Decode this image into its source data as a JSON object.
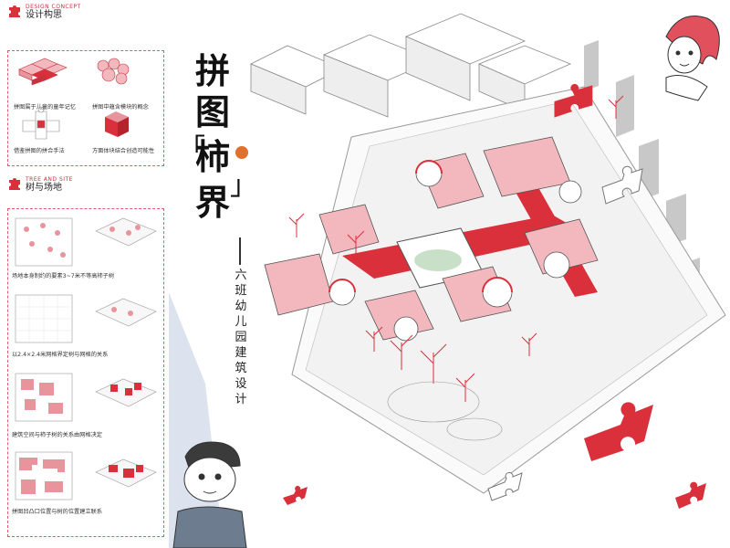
{
  "design_concept": {
    "en_title": "DESIGN CONCEPT",
    "cn_title": "设计构思",
    "captions": [
      "拼图属于儿童的童年记忆",
      "拼图中蕴含模块的概念",
      "借鉴拼图的拼合手法",
      "方面体块结合创造可能性"
    ]
  },
  "tree_and_site": {
    "en_title": "TREE AND SITE",
    "cn_title": "树与场地",
    "captions": [
      "场地本身制约的要素3~7米不等高柿子树",
      "以2.4×2.4米网格界定树与网格的关系",
      "建筑空间与柿子树的关系由网格决定",
      "拼图凹凸口位置与树的位置建立联系"
    ]
  },
  "title": {
    "chars": [
      "拼",
      "图",
      "柿",
      "界"
    ],
    "bracket_open": "「",
    "bracket_close": "」",
    "subtitle_chars": [
      "六",
      "班",
      "幼",
      "儿",
      "园",
      "建",
      "筑",
      "设",
      "计"
    ]
  },
  "colors": {
    "accent": "#d9303c",
    "pink": "#f2b8bd",
    "line": "#555555"
  }
}
